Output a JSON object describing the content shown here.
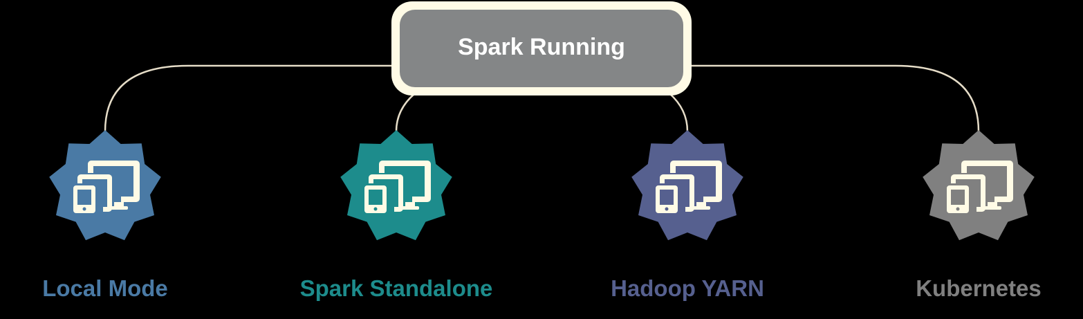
{
  "root": {
    "label": "Spark Running"
  },
  "modes": [
    {
      "label": "Local Mode",
      "color": "#4a7aa5",
      "icon": "devices-icon"
    },
    {
      "label": "Spark Standalone",
      "color": "#1d8c8c",
      "icon": "devices-icon"
    },
    {
      "label": "Hadoop YARN",
      "color": "#56608f",
      "icon": "devices-icon"
    },
    {
      "label": "Kubernetes",
      "color": "#808080",
      "icon": "devices-icon"
    }
  ],
  "colors": {
    "background": "#000000",
    "connector": "#e6ddc8",
    "root_fill": "#848687",
    "root_border": "#fffbe6",
    "icon_glyph": "#fffbe6"
  }
}
